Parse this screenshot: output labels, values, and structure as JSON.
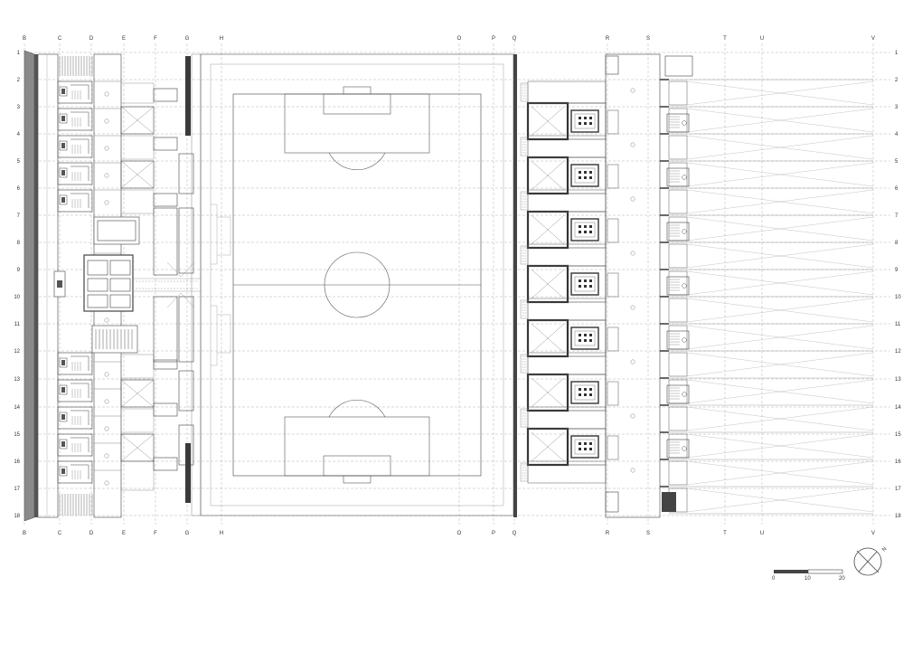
{
  "grid": {
    "columns": [
      "B",
      "C",
      "D",
      "E",
      "F",
      "G",
      "H",
      "O",
      "P",
      "Q",
      "R",
      "S",
      "T",
      "U",
      "V"
    ],
    "rows": [
      "1",
      "2",
      "3",
      "4",
      "5",
      "6",
      "7",
      "8",
      "9",
      "10",
      "11",
      "12",
      "13",
      "14",
      "15",
      "16",
      "17",
      "18"
    ]
  },
  "scale_bar": {
    "labels": [
      "0",
      "10",
      "20"
    ]
  },
  "north_arrow": {
    "label": "N"
  },
  "colors": {
    "line": "#444444",
    "dark": "#3a3a3a",
    "grey": "#888888",
    "grid": "#9a9a9a",
    "light": "#bbbbbb"
  }
}
